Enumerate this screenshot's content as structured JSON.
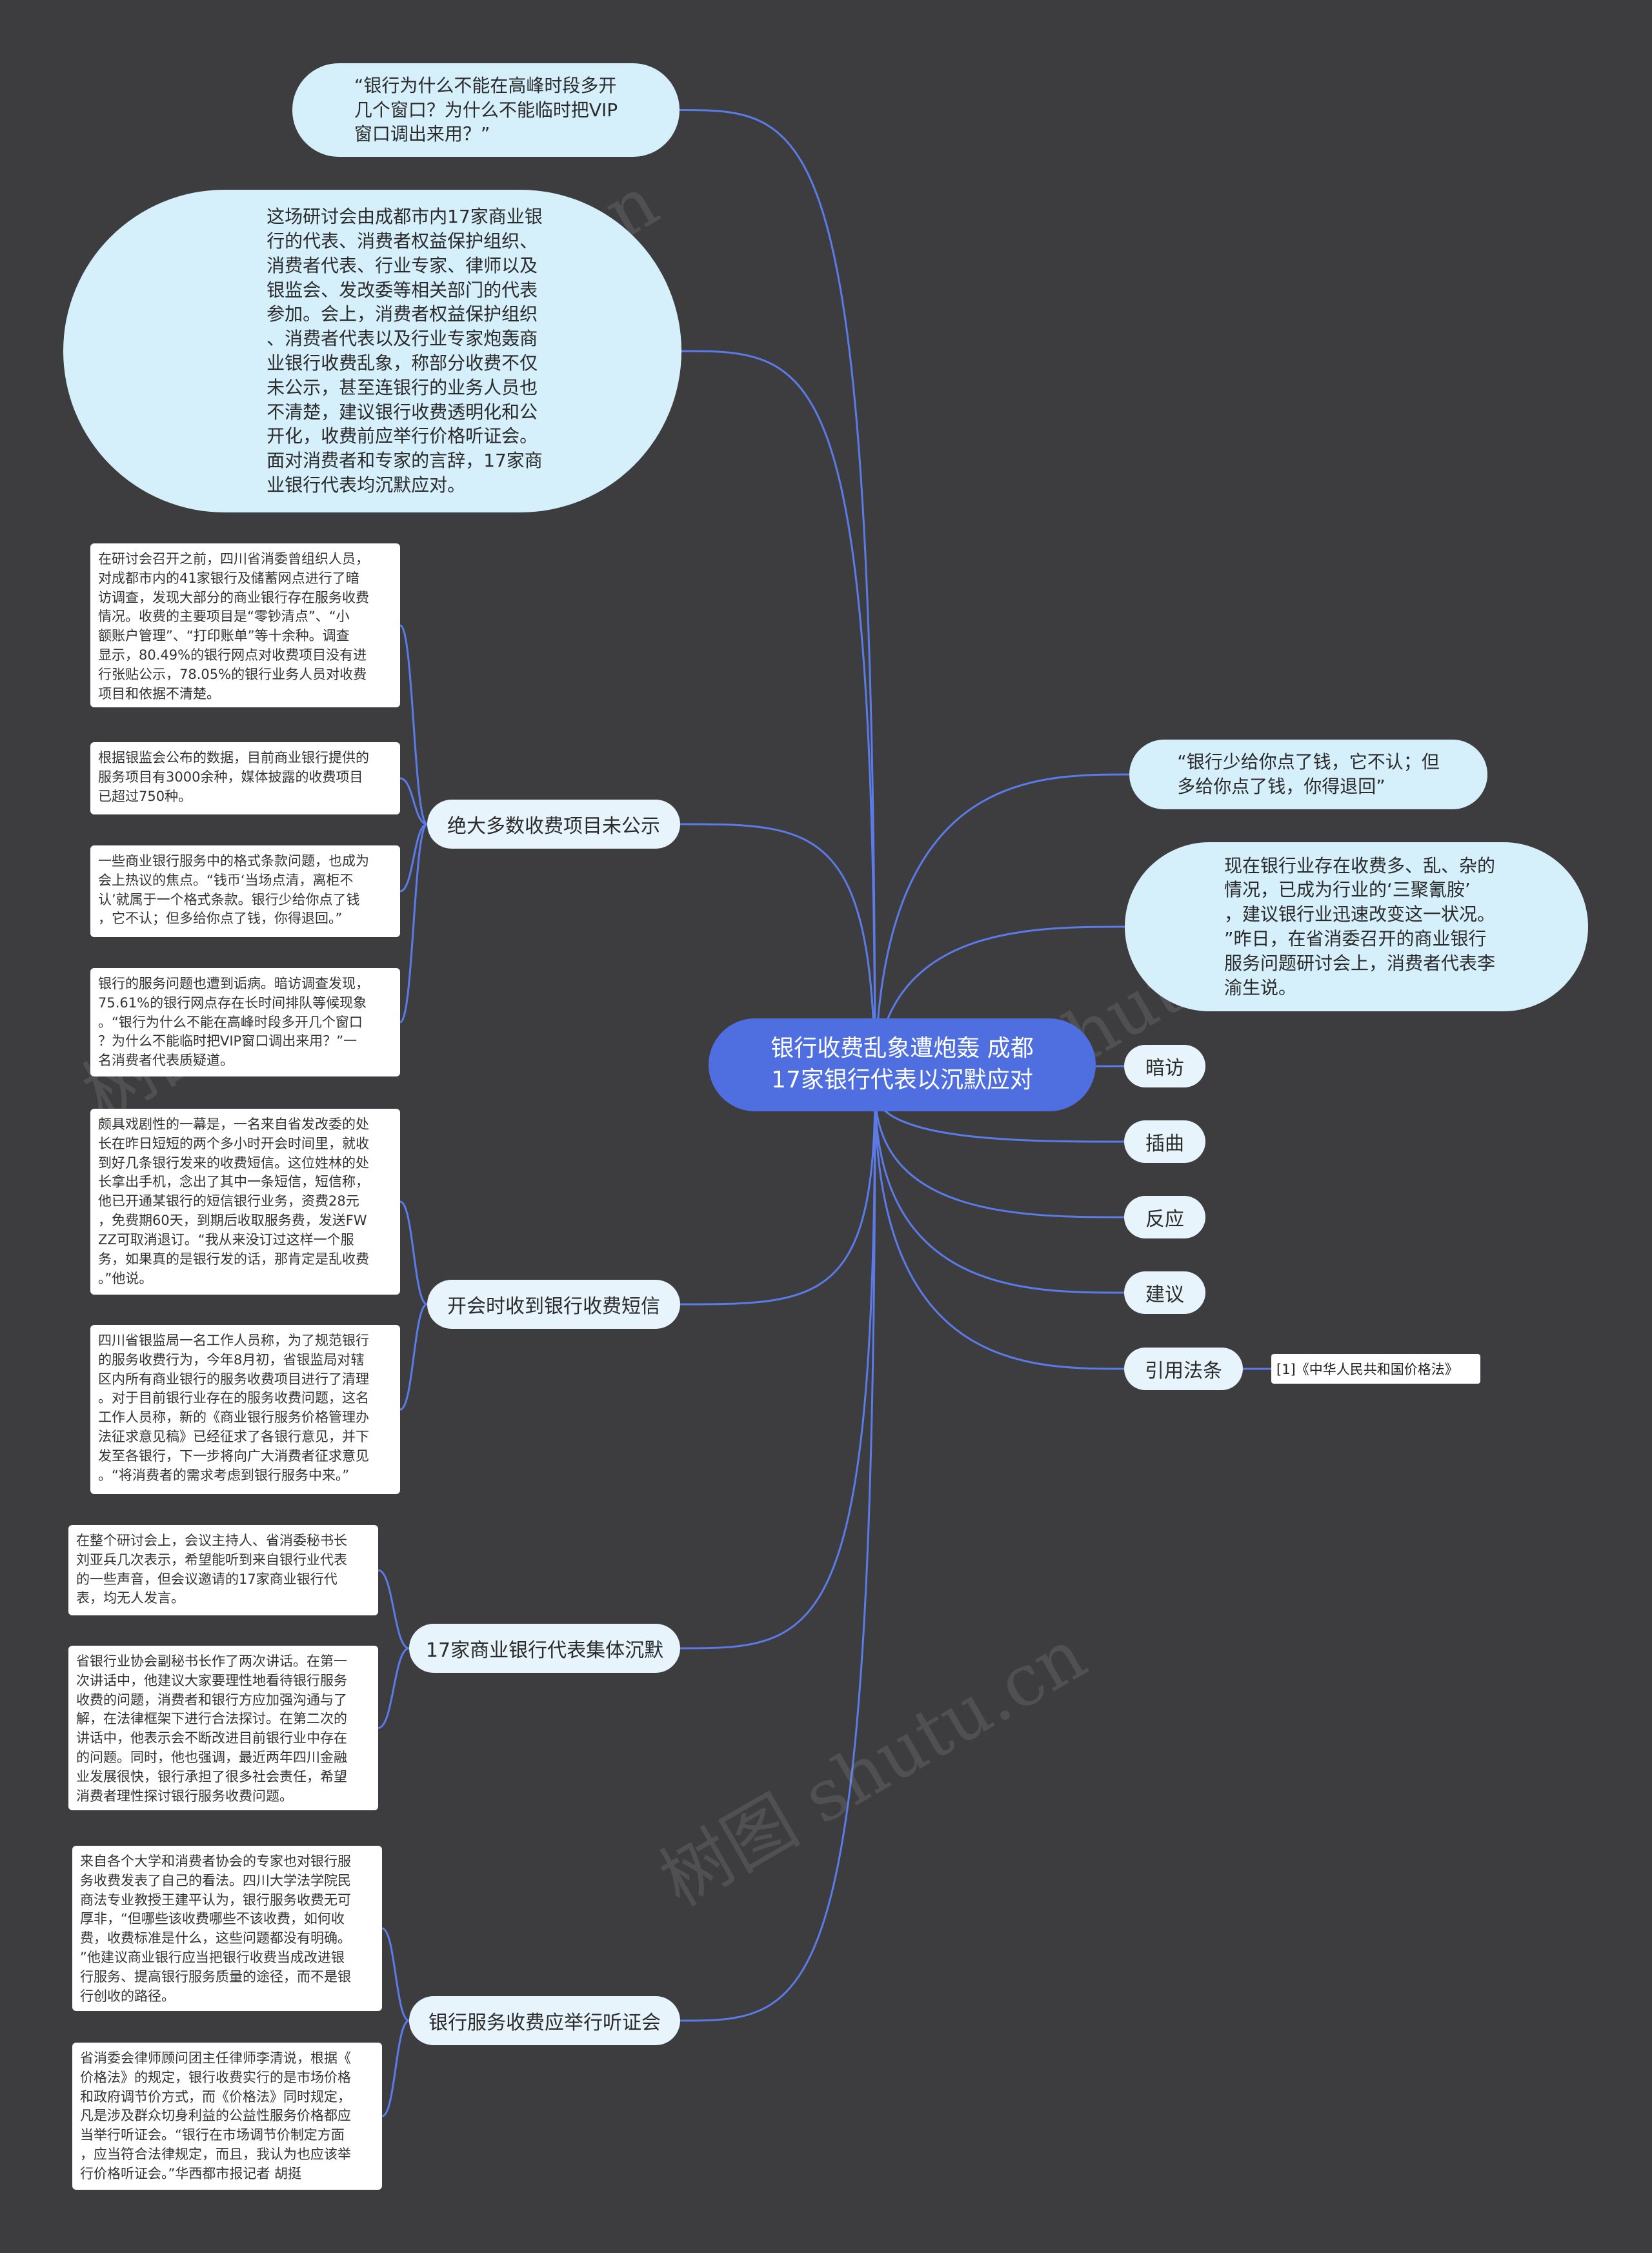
{
  "colors": {
    "background": "#3d3d3f",
    "root_fill": "#4f6fe0",
    "topic_fill": "#d5effb",
    "pill_fill": "#e7f4fc",
    "link": "#5a7be8",
    "note_fill": "#ffffff"
  },
  "root": {
    "text": "银行收费乱象遭炮轰 成都\n17家银行代表以沉默应对"
  },
  "left_topics": [
    {
      "text": "“银行为什么不能在高峰时段多开\n几个窗口？为什么不能临时把VIP\n窗口调出来用？”"
    },
    {
      "text": "这场研讨会由成都市内17家商业银\n行的代表、消费者权益保护组织、\n消费者代表、行业专家、律师以及\n银监会、发改委等相关部门的代表\n参加。会上，消费者权益保护组织\n、消费者代表以及行业专家炮轰商\n业银行收费乱象，称部分收费不仅\n未公示，甚至连银行的业务人员也\n不清楚，建议银行收费透明化和公\n开化，收费前应举行价格听证会。\n面对消费者和专家的言辞，17家商\n业银行代表均沉默应对。"
    }
  ],
  "branches": [
    {
      "label": "绝大多数收费项目未公示",
      "notes": [
        "在研讨会召开之前，四川省消委曾组织人员，\n对成都市内的41家银行及储蓄网点进行了暗\n访调查，发现大部分的商业银行存在服务收费\n情况。收费的主要项目是“零钞清点”、“小\n额账户管理”、“打印账单”等十余种。调查\n显示，80.49%的银行网点对收费项目没有进\n行张贴公示，78.05%的银行业务人员对收费\n项目和依据不清楚。",
        "根据银监会公布的数据，目前商业银行提供的\n服务项目有3000余种，媒体披露的收费项目\n已超过750种。",
        "一些商业银行服务中的格式条款问题，也成为\n会上热议的焦点。“钱币‘当场点清，离柜不\n认’就属于一个格式条款。银行少给你点了钱\n，它不认；但多给你点了钱，你得退回。”",
        "银行的服务问题也遭到诟病。暗访调查发现，\n75.61%的银行网点存在长时间排队等候现象\n。“银行为什么不能在高峰时段多开几个窗口\n？为什么不能临时把VIP窗口调出来用？”一\n名消费者代表质疑道。"
      ]
    },
    {
      "label": "开会时收到银行收费短信",
      "notes": [
        "颇具戏剧性的一幕是，一名来自省发改委的处\n长在昨日短短的两个多小时开会时间里，就收\n到好几条银行发来的收费短信。这位姓林的处\n长拿出手机，念出了其中一条短信，短信称，\n他已开通某银行的短信银行业务，资费28元\n，免费期60天，到期后收取服务费，发送FW\nZZ可取消退订。“我从来没订过这样一个服\n务，如果真的是银行发的话，那肯定是乱收费\n。”他说。",
        "四川省银监局一名工作人员称，为了规范银行\n的服务收费行为，今年8月初，省银监局对辖\n区内所有商业银行的服务收费项目进行了清理\n。对于目前银行业存在的服务收费问题，这名\n工作人员称，新的《商业银行服务价格管理办\n法征求意见稿》已经征求了各银行意见，并下\n发至各银行，下一步将向广大消费者征求意见\n。“将消费者的需求考虑到银行服务中来。”"
      ]
    },
    {
      "label": "17家商业银行代表集体沉默",
      "notes": [
        "在整个研讨会上，会议主持人、省消委秘书长\n刘亚兵几次表示，希望能听到来自银行业代表\n的一些声音，但会议邀请的17家商业银行代\n表，均无人发言。",
        "省银行业协会副秘书长作了两次讲话。在第一\n次讲话中，他建议大家要理性地看待银行服务\n收费的问题，消费者和银行方应加强沟通与了\n解，在法律框架下进行合法探讨。在第二次的\n讲话中，他表示会不断改进目前银行业中存在\n的问题。同时，他也强调，最近两年四川金融\n业发展很快，银行承担了很多社会责任，希望\n消费者理性探讨银行服务收费问题。"
      ]
    },
    {
      "label": "银行服务收费应举行听证会",
      "notes": [
        "来自各个大学和消费者协会的专家也对银行服\n务收费发表了自己的看法。四川大学法学院民\n商法专业教授王建平认为，银行服务收费无可\n厚非，“但哪些该收费哪些不该收费，如何收\n费，收费标准是什么，这些问题都没有明确。\n”他建议商业银行应当把银行收费当成改进银\n行服务、提高银行服务质量的途径，而不是银\n行创收的路径。",
        "省消委会律师顾问团主任律师李清说，根据《\n价格法》的规定，银行收费实行的是市场价格\n和政府调节价方式，而《价格法》同时规定，\n凡是涉及群众切身利益的公益性服务价格都应\n当举行听证会。“银行在市场调节价制定方面\n，应当符合法律规定，而且，我认为也应该举\n行价格听证会。”华西都市报记者 胡挺"
      ]
    }
  ],
  "right_topics": [
    {
      "text": "“银行少给你点了钱，它不认；但\n多给你点了钱，你得退回”"
    },
    {
      "text": "现在银行业存在收费多、乱、杂的\n情况，已成为行业的‘三聚氰胺’\n，建议银行业迅速改变这一状况。\n”昨日，在省消委召开的商业银行\n服务问题研讨会上，消费者代表李\n渝生说。"
    }
  ],
  "right_pills": [
    "暗访",
    "插曲",
    "反应",
    "建议",
    "引用法条"
  ],
  "citation": "[1]《中华人民共和国价格法》",
  "watermarks": [
    "shutu.cn",
    "树图",
    "shutu.cn",
    "树图 shutu.cn"
  ]
}
